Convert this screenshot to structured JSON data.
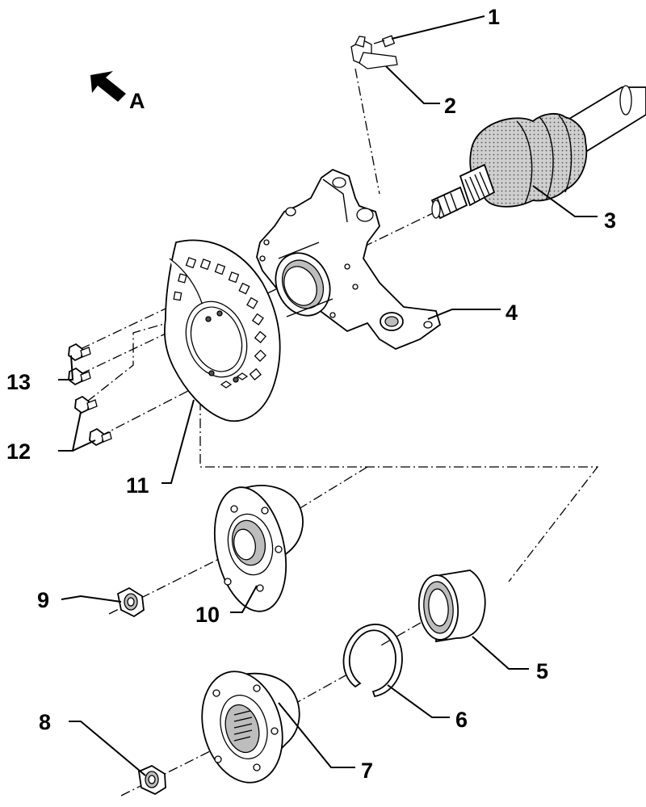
{
  "view_arrow_label": "A",
  "callouts": {
    "c1": "1",
    "c2": "2",
    "c3": "3",
    "c4": "4",
    "c5": "5",
    "c6": "6",
    "c7": "7",
    "c8": "8",
    "c9": "9",
    "c10": "10",
    "c11": "11",
    "c12": "12",
    "c13": "13"
  }
}
